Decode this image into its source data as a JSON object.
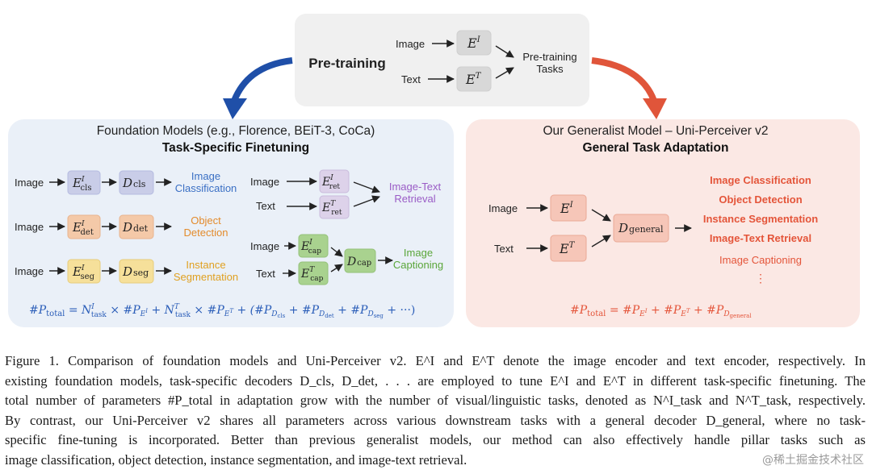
{
  "pretraining": {
    "title": "Pre-training",
    "image": "Image",
    "text": "Text",
    "enc_image": "E",
    "enc_image_sup": "I",
    "enc_text": "E",
    "enc_text_sup": "T",
    "tasks_line1": "Pre-training",
    "tasks_line2": "Tasks"
  },
  "left_panel": {
    "title": "Foundation Models (e.g., Florence, BEiT-3, CoCa)",
    "subtitle": "Task-Specific Finetuning",
    "rows": [
      {
        "input": "Image",
        "enc": "E",
        "enc_sup": "I",
        "enc_sub": "cls",
        "dec": "D",
        "dec_sub": "cls",
        "out1": "Image",
        "out2": "Classification"
      },
      {
        "input": "Image",
        "enc": "E",
        "enc_sup": "I",
        "enc_sub": "det",
        "dec": "D",
        "dec_sub": "det",
        "out1": "Object",
        "out2": "Detection"
      },
      {
        "input": "Image",
        "enc": "E",
        "enc_sup": "I",
        "enc_sub": "seg",
        "dec": "D",
        "dec_sub": "seg",
        "out1": "Instance",
        "out2": "Segmentation"
      }
    ],
    "retrieval": {
      "image": "Image",
      "text": "Text",
      "enc_i": "E",
      "enc_i_sup": "I",
      "enc_i_sub": "ret",
      "enc_t": "E",
      "enc_t_sup": "T",
      "enc_t_sub": "ret",
      "out1": "Image-Text",
      "out2": "Retrieval"
    },
    "captioning": {
      "image": "Image",
      "text": "Text",
      "enc_i": "E",
      "enc_i_sup": "I",
      "enc_i_sub": "cap",
      "enc_t": "E",
      "enc_t_sup": "T",
      "enc_t_sub": "cap",
      "dec": "D",
      "dec_sub": "cap",
      "out1": "Image",
      "out2": "Captioning"
    },
    "formula": "#P_total = N^I_task × #P_E^I + N^T_task × #P_E^T + (#P_Dcls + #P_Ddet + #P_Dseg + ···)"
  },
  "right_panel": {
    "title": "Our Generalist Model – Uni-Perceiver v2",
    "subtitle": "General Task Adaptation",
    "image": "Image",
    "text": "Text",
    "enc_i": "E",
    "enc_i_sup": "I",
    "enc_t": "E",
    "enc_t_sup": "T",
    "dec": "D",
    "dec_sub": "general",
    "tasks": [
      "Image Classification",
      "Object Detection",
      "Instance Segmentation",
      "Image-Text Retrieval",
      "Image Captioning",
      "⋮"
    ],
    "formula": "#P_total = #P_E^I + #P_E^T + #P_Dgeneral"
  },
  "caption": {
    "lines": [
      "Figure 1. Comparison of foundation models and Uni-Perceiver v2. E^I and E^T denote the image encoder and text encoder, respectively. In",
      "existing foundation models, task-specific decoders D_cls, D_det, . . . are employed to tune E^I and E^T in different task-specific finetuning. The",
      "total number of parameters #P_total in adaptation grow with the number of visual/linguistic tasks, denoted as N^I_task and N^T_task, respectively.",
      "By contrast, our Uni-Perceiver v2 shares all parameters across various downstream tasks with a general decoder D_general, where no task-",
      "specific fine-tuning is incorporated. Better than previous generalist models, our method can also effectively handle pillar tasks such as",
      "image classification, object detection, instance segmentation, and image-text retrieval."
    ]
  },
  "watermark": "@稀土掘金技术社区",
  "colors": {
    "pretrain_bg": "#f0f0f0",
    "left_bg": "#eaf0f8",
    "right_bg": "#fbe8e4",
    "blue_arrow": "#1f4fa8",
    "red_arrow": "#e0553a",
    "cls_box": "#c9cde8",
    "det_box": "#f4c9a8",
    "seg_box": "#f6e09a",
    "ret_box": "#ddd2ea",
    "cap_box": "#a9d28f",
    "general_box": "#f6c6b8",
    "blue_text": "#3a6fc4",
    "orange_text": "#e38b2c",
    "purple_text": "#9a5cc6",
    "green_text": "#5aa63a",
    "red_text": "#e4553a"
  }
}
